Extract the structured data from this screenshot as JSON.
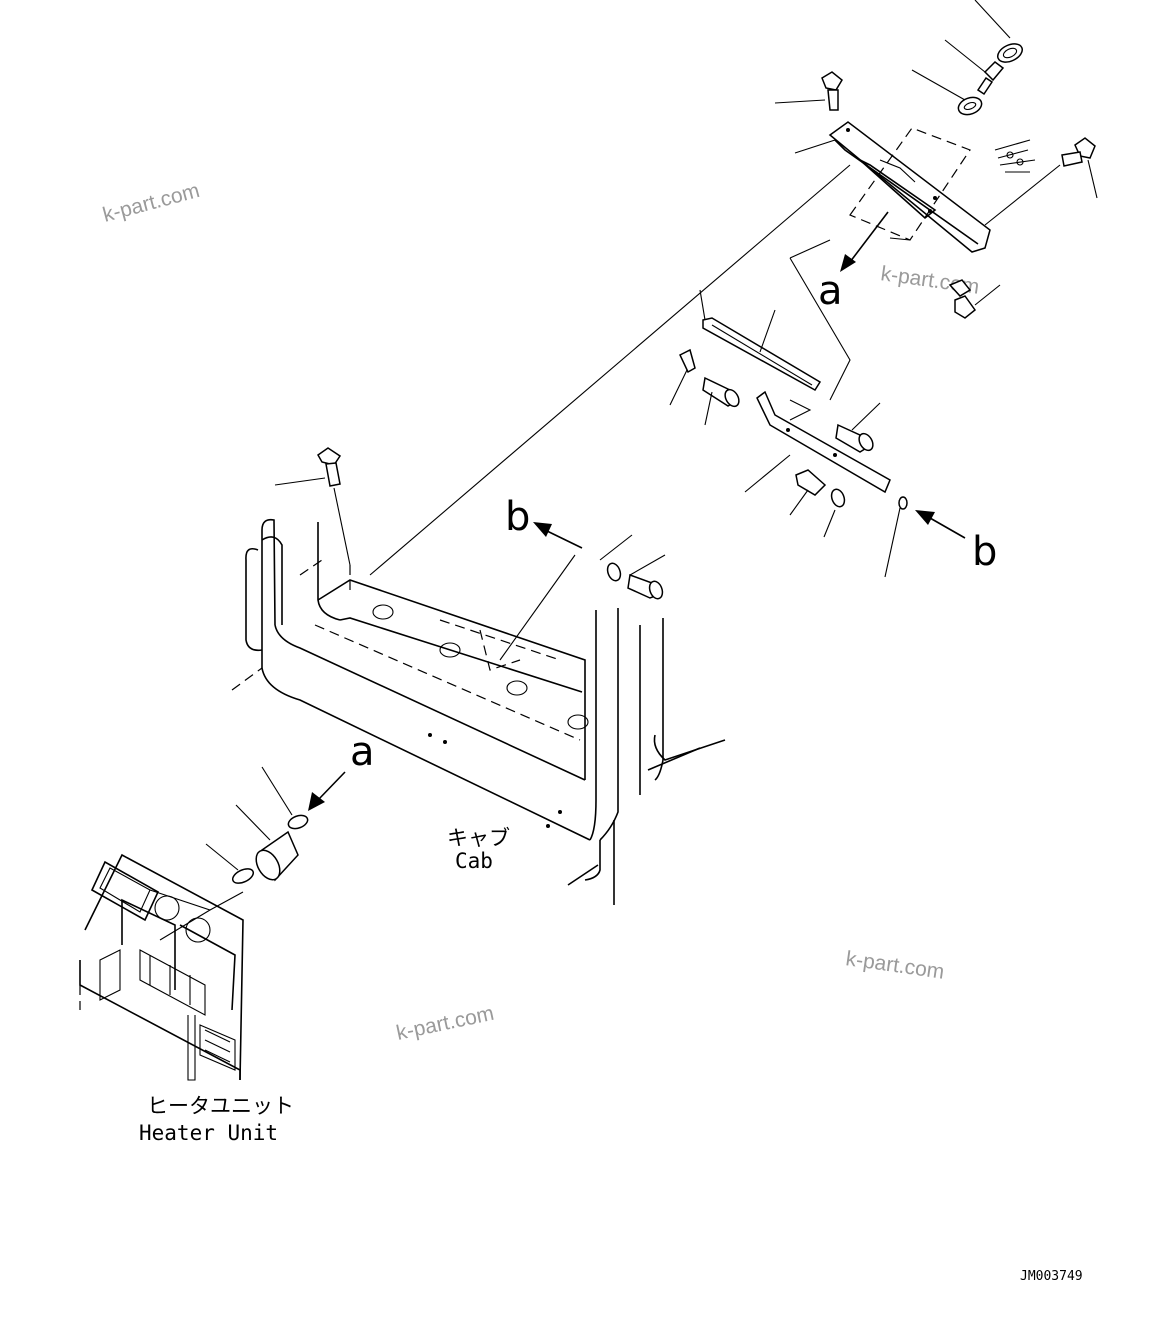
{
  "diagram": {
    "cab_label_jp": "キャブ",
    "cab_label_en": "Cab",
    "heater_label_jp": "ヒータユニット",
    "heater_label_en": "Heater Unit",
    "view_marker_a": "a",
    "view_marker_b": "b",
    "drawing_code": "JM003749"
  },
  "watermarks": [
    "k-part.com",
    "k-part.com",
    "k-part.com",
    "k-part.com"
  ]
}
